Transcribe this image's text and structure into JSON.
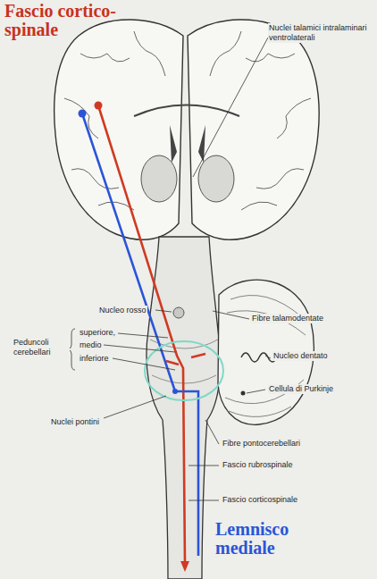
{
  "diagram": {
    "labels": [
      "Fascio cortico-spinale",
      "Nuclei talamici intralaminari ventrolaterali",
      "Nucleo rosso",
      "Fibre talamodentate",
      "Peduncoli cerebellari",
      "superiore,",
      "medio",
      "inferiore",
      "Nucleo dentato",
      "Cellula di Purkinje",
      "Nuclei pontini",
      "Fibre pontocerebellari",
      "Fascio rubrospinale",
      "Fascio corticospinale",
      "Lemnisco mediale"
    ]
  }
}
